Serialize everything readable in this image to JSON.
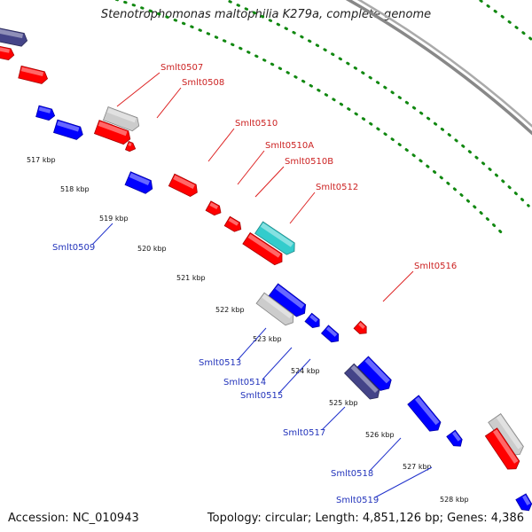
{
  "title": "Stenotrophomonas maltophilia K279a, complete genome",
  "footer": {
    "accession": "Accession: NC_010943",
    "info": "Topology: circular; Length: 4,851,126 bp; Genes: 4,386"
  },
  "colors": {
    "forward": "#ff0000",
    "reverse": "#0000ff",
    "pseudo": "#cccccc",
    "rna": "#33cccc",
    "other": "#444488",
    "backbone": "#888888",
    "dots": "#118811"
  },
  "ticks": [
    "517 kbp",
    "518 kbp",
    "519 kbp",
    "520 kbp",
    "521 kbp",
    "522 kbp",
    "523 kbp",
    "524 kbp",
    "525 kbp",
    "526 kbp",
    "527 kbp",
    "528 kbp"
  ],
  "forward_labels": [
    "Smlt0507",
    "Smlt0508",
    "Smlt0510",
    "Smlt0510A",
    "Smlt0510B",
    "Smlt0512",
    "Smlt0516"
  ],
  "reverse_labels": [
    "Smlt0509",
    "Smlt0513",
    "Smlt0514",
    "Smlt0515",
    "Smlt0517",
    "Smlt0518",
    "Smlt0519"
  ]
}
